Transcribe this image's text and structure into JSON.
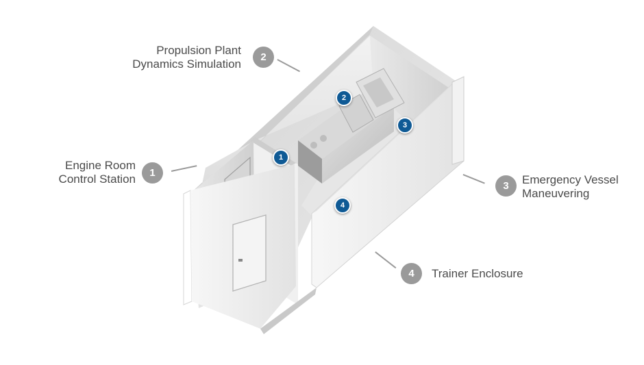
{
  "callouts": [
    {
      "number": "1",
      "line1": "Engine Room",
      "line2": "Control Station"
    },
    {
      "number": "2",
      "line1": "Propulsion Plant",
      "line2": "Dynamics Simulation"
    },
    {
      "number": "3",
      "line1": "Emergency Vessel",
      "line2": "Maneuvering"
    },
    {
      "number": "4",
      "line1": "Trainer Enclosure",
      "line2": ""
    }
  ],
  "markers": [
    "1",
    "2",
    "3",
    "4"
  ],
  "colors": {
    "callout_badge": "#9a9a9a",
    "marker": "#0f5a95",
    "text": "#4a4a4a"
  }
}
